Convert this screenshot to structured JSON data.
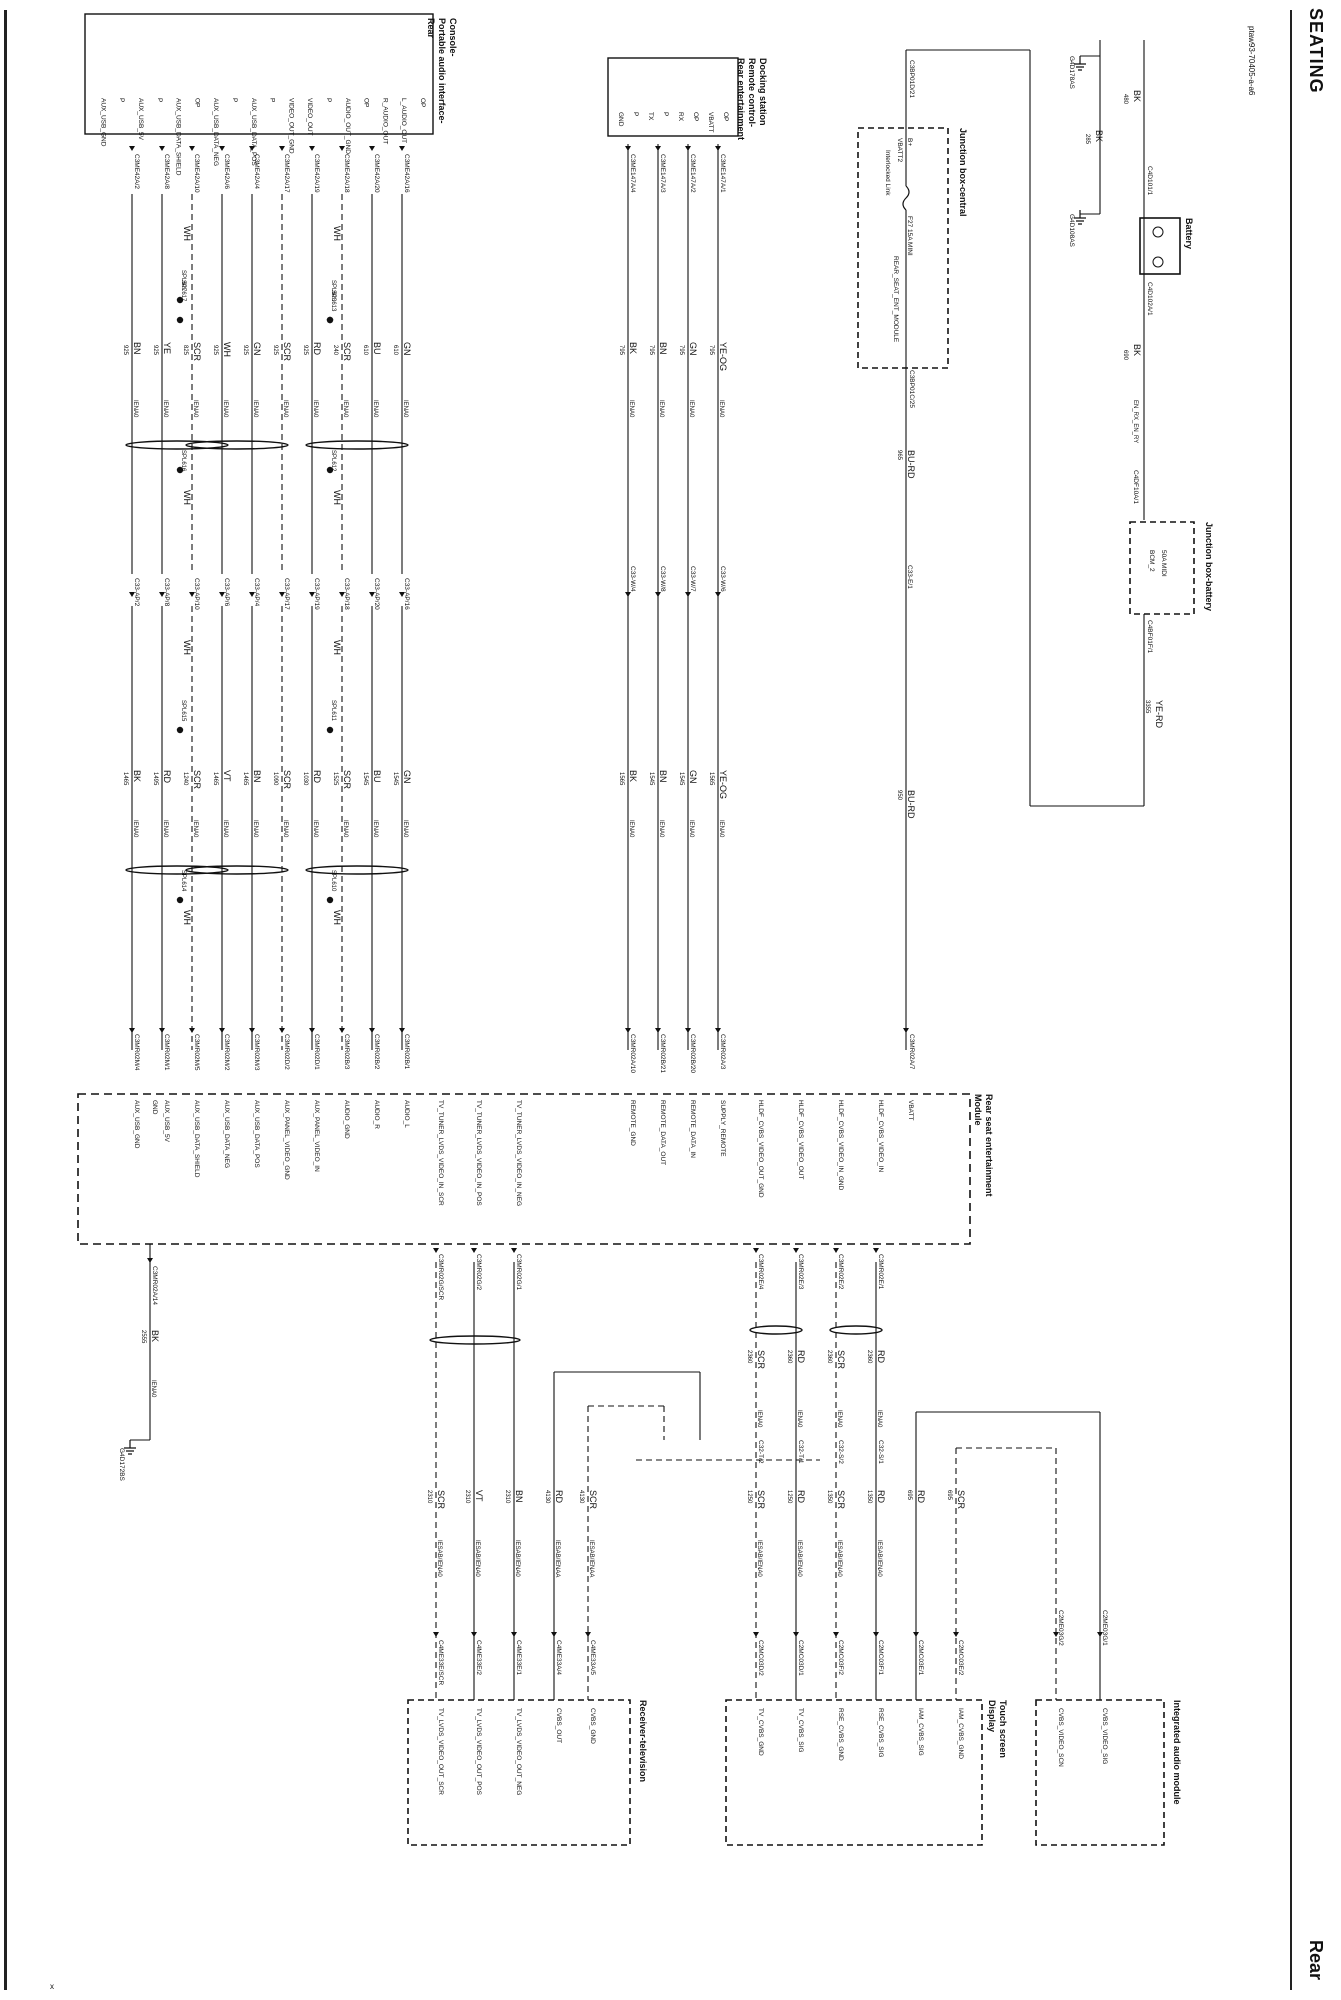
{
  "page": {
    "section_title": "SEATING",
    "footer_label": "Rear",
    "document_id": "ptaw93-70405-a-a6",
    "corner_mark": "x"
  },
  "modules": {
    "console": {
      "title": "Console-\nPortable audio interface-\nRear",
      "pins": [
        "OP",
        "L_AUDIO_OUT",
        "R_AUDIO_OUT",
        "OP",
        "AUDIO_OUT_GND",
        "P",
        "VIDEO_OUT",
        "VIDEO_OUT_GND",
        "P",
        "AUX_USB_DATA_POS",
        "P",
        "AUX_USB_DATA_NEG",
        "OP",
        "AUX_USB_DATA_SHIELD",
        "P",
        "AUX_USB_5V",
        "P",
        "AUX_USB_GND"
      ]
    },
    "docking": {
      "title": "Docking station\nRemote control-\nRear entertainment",
      "pins": [
        "OP",
        "VBATT",
        "OP",
        "RX",
        "P",
        "TX",
        "P",
        "GND"
      ]
    },
    "jb_central": {
      "title": "Junction box-central",
      "fuse": "F27 15A MINI",
      "labels": [
        "B+",
        "VBATT2",
        "Interlocked Link",
        "REAR_SEAT_ENT_MODULE"
      ]
    },
    "battery": {
      "title": "Battery"
    },
    "jb_battery": {
      "title": "Junction box-battery",
      "fuse": "50A MIDI",
      "label": "BCM_2"
    },
    "rse": {
      "title": "Rear seat entertainment\nModule",
      "pins": [
        "VBATT",
        "AUDIO_L",
        "AUDIO_R",
        "AUDIO_GND",
        "AUX_PANEL_VIDEO_IN",
        "AUX_PANEL_VIDEO_GND",
        "AUX_USB_DATA_POS",
        "AUX_USB_DATA_NEG",
        "AUX_USB_DATA_SHIELD",
        "AUX_USB_5V",
        "AUX_USB_GND",
        "SUPPLY_REMOTE",
        "REMOTE_DATA_IN",
        "REMOTE_DATA_OUT",
        "REMOTE_GND"
      ],
      "lower_pins": [
        "HLDF_CVBS_VIDEO_IN",
        "HLDF_CVBS_VIDEO_IN_GND",
        "HLDF_CVBS_VIDEO_OUT",
        "HLDF_CVBS_VIDEO_OUT_GND",
        "TV_TUNER_LVDS_VIDEO_IN_NEG",
        "TV_TUNER_LVDS_VIDEO_IN_POS",
        "TV_TUNER_LVDS_VIDEO_IN_SCR",
        "GND"
      ]
    },
    "receiver": {
      "title": "Receiver-television",
      "pins": [
        "CVBS_GND",
        "CVBS_OUT",
        "TV_LVDS_VIDEO_OUT_NEG",
        "TV_LVDS_VIDEO_OUT_POS",
        "TV_LVDS_VIDEO_OUT_SCR"
      ]
    },
    "touch": {
      "title": "Touch screen\nDisplay",
      "pins": [
        "IAM_CVBS_GND",
        "IAM_CVBS_SIG",
        "RSE_CVBS_SIG",
        "RSE_CVBS_GND",
        "TV_CVBS_SIG",
        "TV_CVBS_GND"
      ]
    },
    "iam": {
      "title": "Integrated audio module",
      "pins": [
        "CVBS_VIDEO_SIG",
        "CVBS_VIDEO_SCN"
      ]
    }
  },
  "grounds": [
    "G4D178AS",
    "G4D108AS",
    "G4D172BS"
  ],
  "power_wires": [
    {
      "color": "BK",
      "gauge": "480"
    },
    {
      "color": "BK",
      "gauge": "285"
    },
    {
      "color": "BK",
      "gauge": "690"
    },
    {
      "color": "YE-RD",
      "gauge": "3355"
    },
    {
      "color": "BU-RD",
      "gauge": "965"
    },
    {
      "color": "BU-RD",
      "gauge": "950"
    }
  ],
  "power_connectors": [
    "C4D101/1",
    "C4D102A/1",
    "C4DF10A/1",
    "C4BF01F/1",
    "C3BP01C/25",
    "C33-E/1",
    "C3BP01D/21",
    "C3MR02A/7"
  ],
  "harness_rows": [
    {
      "c1": "C3ME42A/16",
      "w1": "GN",
      "g1": "610",
      "c2": "C33-AP/16",
      "w2": "GN",
      "g2": "1545",
      "c3": "C3MR02B/1"
    },
    {
      "c1": "C3ME42A/20",
      "w1": "BU",
      "g1": "610",
      "c2": "C33-AP/20",
      "w2": "BU",
      "g2": "1545",
      "c3": "C3MR02B/2"
    },
    {
      "c1": "C3ME42A/18",
      "w1": "SCR",
      "g1": "240",
      "c2": "C33-AP/18",
      "w2": "SCR",
      "g2": "1525",
      "c3": "C3MR02B/3"
    },
    {
      "c1": "C3ME42A/19",
      "w1": "RD",
      "g1": "925",
      "c2": "C33-AP/19",
      "w2": "RD",
      "g2": "1030",
      "c3": "C3MR02D/1"
    },
    {
      "c1": "C3ME42A/17",
      "w1": "SCR",
      "g1": "925",
      "c2": "C33-AP/17",
      "w2": "SCR",
      "g2": "1090",
      "c3": "C3MR02D/2"
    },
    {
      "c1": "C3ME42A/4",
      "w1": "GN",
      "g1": "925",
      "c2": "C33-AP/4",
      "w2": "BN",
      "g2": "1465",
      "c3": "C3MR02M/3"
    },
    {
      "c1": "C3ME42A/6",
      "w1": "WH",
      "g1": "925",
      "c2": "C33-AP/6",
      "w2": "VT",
      "g2": "1465",
      "c3": "C3MR02M/2"
    },
    {
      "c1": "C3ME42A/10",
      "w1": "SCR",
      "g1": "825",
      "c2": "C33-AP/10",
      "w2": "SCR",
      "g2": "1240",
      "c3": "C3MR02M/5"
    },
    {
      "c1": "C3ME42A/8",
      "w1": "YE",
      "g1": "925",
      "c2": "C33-AP/8",
      "w2": "RD",
      "g2": "1495",
      "c3": "C3MR02M/1"
    },
    {
      "c1": "C3ME42A/2",
      "w1": "BN",
      "g1": "925",
      "c2": "C33-AP/2",
      "w2": "BK",
      "g2": "1465",
      "c3": "C3MR02M/4"
    }
  ],
  "docking_rows": [
    {
      "c1": "C3ME147A/1",
      "w1": "YE-OG",
      "g1": "795",
      "c2": "C33-W/6",
      "w2": "YE-OG",
      "g2": "1565",
      "c3": "C3MR02A/3"
    },
    {
      "c1": "C3ME147A/2",
      "w1": "GN",
      "g1": "795",
      "c2": "C33-W/7",
      "w2": "GN",
      "g2": "1545",
      "c3": "C3MR02B/20"
    },
    {
      "c1": "C3ME147A/3",
      "w1": "BN",
      "g1": "795",
      "c2": "C33-W/8",
      "w2": "BN",
      "g2": "1545",
      "c3": "C3MR02B/21"
    },
    {
      "c1": "C3ME147A/4",
      "w1": "BK",
      "g1": "795",
      "c2": "C33-W/4",
      "w2": "BK",
      "g2": "1565",
      "c3": "C3MR02A/10"
    }
  ],
  "splices": [
    "SPL613",
    "SPL617",
    "SPL612",
    "SPL616",
    "SPL611",
    "SPL615",
    "SPL610",
    "SPL614"
  ],
  "spool": "IENA0",
  "lower_rows": [
    {
      "c1": "C3MR02E/1",
      "w1": "RD",
      "g1": "2360",
      "c2": "C32-S/1",
      "w2": "RD",
      "g2": "1350",
      "c3": "C2MC03F/1"
    },
    {
      "c1": "C3MR02E/2",
      "w1": "SCR",
      "g1": "2360",
      "c2": "C32-S/2",
      "w2": "SCR",
      "g2": "1350",
      "c3": "C2MC03F/2"
    },
    {
      "c1": "C3MR02E/3",
      "w1": "RD",
      "g1": "2360",
      "c2": "C32-T/1",
      "w2": "RD",
      "g2": "1250",
      "c3": "C2MC03D/1"
    },
    {
      "c1": "C3MR02E/4",
      "w1": "SCR",
      "g1": "2360",
      "c2": "C32-T/2",
      "w2": "SCR",
      "g2": "1250",
      "c3": "C2MC03D/2"
    }
  ],
  "lvds_rows": [
    {
      "c1": "C3MR02G/1",
      "w": "BN",
      "g": "2310",
      "c3": "C4ME33E/1"
    },
    {
      "c1": "C3MR02G/2",
      "w": "VT",
      "g": "2310",
      "c3": "C4ME33E/2"
    },
    {
      "c1": "C3MR02G/SCR",
      "w": "SCR",
      "g": "2310",
      "c3": "C4ME33E/SCR"
    }
  ],
  "rx_rows": [
    {
      "w": "SCR",
      "g": "4130",
      "c3": "C4ME33A/5"
    },
    {
      "w": "RD",
      "g": "4130",
      "c3": "C4ME33A/4"
    }
  ],
  "iam_rows": [
    {
      "w": "SCR",
      "g": "695",
      "c3": "C2MC03E/2"
    },
    {
      "w": "RD",
      "g": "695",
      "c3": "C2MC03E/1"
    }
  ],
  "iam_conn": [
    "C2ME03G/1",
    "C2ME03G/2"
  ],
  "gnd_wire": {
    "conn": "C3MR02A/14",
    "color": "BK",
    "gauge": "2555"
  },
  "codes": [
    "IESAB/IENA0",
    "IESAB/IENAA",
    "IENA0 C33-AP/10",
    "IENA0 C33-AP/18"
  ]
}
